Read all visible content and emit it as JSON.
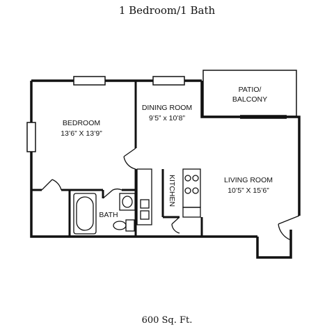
{
  "title": "1 Bedroom/1 Bath",
  "area": "600 Sq. Ft.",
  "rooms": {
    "bedroom": {
      "name": "BEDROOM",
      "dims": "13’6” X 13’9”"
    },
    "dining": {
      "name": "DINING ROOM",
      "dims": "9’5” x 10’8”"
    },
    "patio": {
      "line1": "PATIO/",
      "line2": "BALCONY"
    },
    "living": {
      "name": "LIVING ROOM",
      "dims": "10’5” X 15’6”"
    },
    "kitchen": {
      "name": "KITCHEN"
    },
    "bath": {
      "name": "BATH"
    }
  }
}
